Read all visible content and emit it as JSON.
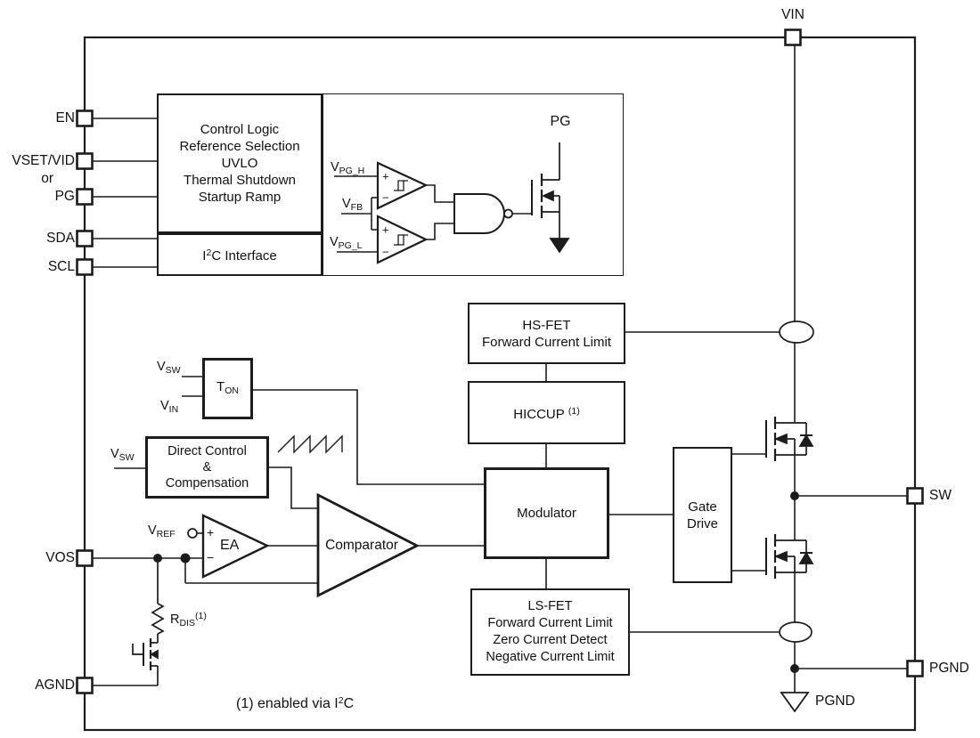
{
  "pins": {
    "en": "EN",
    "vset_vid": "VSET/VID",
    "or": "or",
    "pg": "PG",
    "sda": "SDA",
    "scl": "SCL",
    "vos": "VOS",
    "agnd": "AGND",
    "vin": "VIN",
    "sw": "SW",
    "pgnd": "PGND"
  },
  "ground_label": "PGND",
  "pg_output_label": "PG",
  "blocks": {
    "control": {
      "lines": [
        "Control Logic",
        "Reference Selection",
        "UVLO",
        "Thermal Shutdown",
        "Startup Ramp"
      ]
    },
    "i2c": {
      "pre": "I",
      "sup": "2",
      "post": "C Interface"
    },
    "hsfet": {
      "lines": [
        "HS-FET",
        "Forward Current Limit"
      ]
    },
    "hiccup": {
      "label": "HICCUP",
      "sup": "(1)"
    },
    "ton": {
      "main": "T",
      "sub": "ON"
    },
    "direct": {
      "lines": [
        "Direct Control",
        "&",
        "Compensation"
      ]
    },
    "modulator": {
      "label": "Modulator"
    },
    "gatedrive": {
      "lines": [
        "Gate",
        "Drive"
      ]
    },
    "lsfet": {
      "lines": [
        "LS-FET",
        "Forward Current Limit",
        "Zero Current Detect",
        "Negative Current Limit"
      ]
    }
  },
  "amplifiers": {
    "ea": "EA",
    "comparator": "Comparator"
  },
  "marks": {
    "plus": "+",
    "minus": "−"
  },
  "signals": {
    "vpgh": {
      "main": "V",
      "sub": "PG_H"
    },
    "vfb": {
      "main": "V",
      "sub": "FB"
    },
    "vpgl": {
      "main": "V",
      "sub": "PG_L"
    },
    "vsw_ton": {
      "main": "V",
      "sub": "SW"
    },
    "vin_ton": {
      "main": "V",
      "sub": "IN"
    },
    "vsw_direct": {
      "main": "V",
      "sub": "SW"
    },
    "vref": {
      "main": "V",
      "sub": "REF"
    },
    "rdis": {
      "main": "R",
      "sub": "DIS",
      "sup": "(1)"
    }
  },
  "footnote": {
    "pre": "(1) enabled via I",
    "sup": "2",
    "post": "C"
  }
}
